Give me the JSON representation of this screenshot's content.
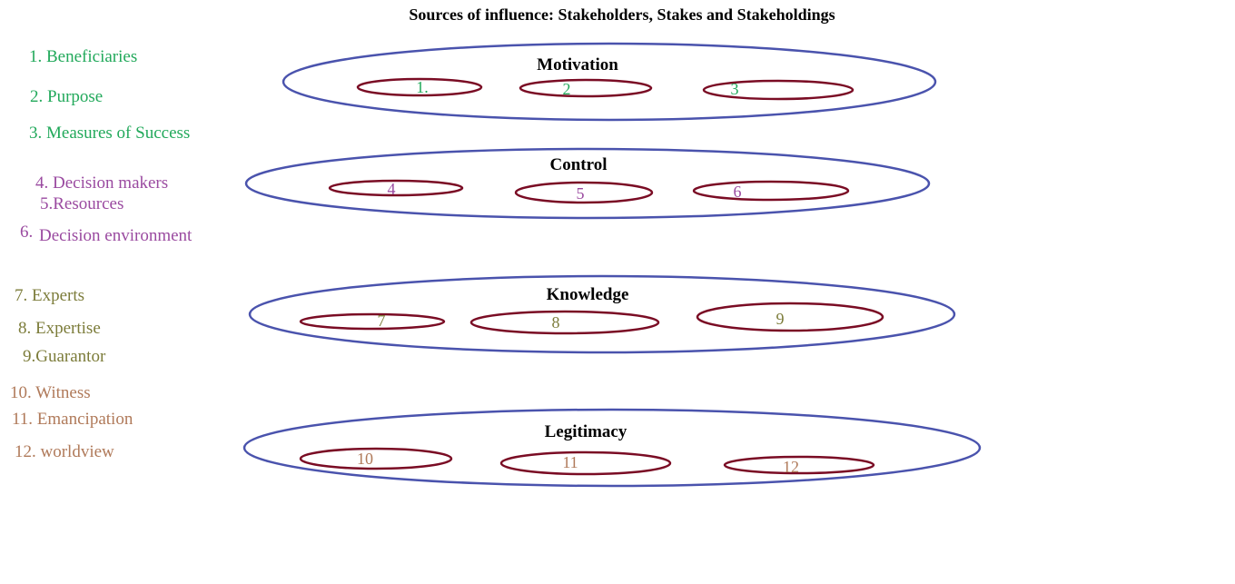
{
  "title": "Sources of influence: Stakeholders, Stakes and Stakeholdings",
  "colors": {
    "outer_ellipse": "#4a53ad",
    "inner_ellipse": "#7a0c24",
    "motivation": "#22a95b",
    "control": "#9a4aa0",
    "knowledge": "#7c7c3a",
    "legitimacy": "#b07a5a"
  },
  "legend": [
    {
      "text": "1. Beneficiaries",
      "group": "motivation"
    },
    {
      "text": "2. Purpose",
      "group": "motivation"
    },
    {
      "text": "3. Measures of Success",
      "group": "motivation"
    },
    {
      "text": "4. Decision makers",
      "group": "control"
    },
    {
      "text": "5.Resources",
      "group": "control"
    },
    {
      "text": "6.",
      "group": "control"
    },
    {
      "text": "Decision environment",
      "group": "control"
    },
    {
      "text": "7. Experts",
      "group": "knowledge"
    },
    {
      "text": "8. Expertise",
      "group": "knowledge"
    },
    {
      "text": "9.Guarantor",
      "group": "knowledge"
    },
    {
      "text": "10. Witness",
      "group": "legitimacy"
    },
    {
      "text": "11. Emancipation",
      "group": "legitimacy"
    },
    {
      "text": "12. worldview",
      "group": "legitimacy"
    }
  ],
  "groups": [
    {
      "name": "Motivation",
      "key": "motivation",
      "items": [
        "1.",
        "2",
        "3"
      ]
    },
    {
      "name": "Control",
      "key": "control",
      "items": [
        "4",
        "5",
        "6"
      ]
    },
    {
      "name": "Knowledge",
      "key": "knowledge",
      "items": [
        "7",
        "8",
        "9"
      ]
    },
    {
      "name": "Legitimacy",
      "key": "legitimacy",
      "items": [
        "10",
        "11",
        "12"
      ]
    }
  ]
}
